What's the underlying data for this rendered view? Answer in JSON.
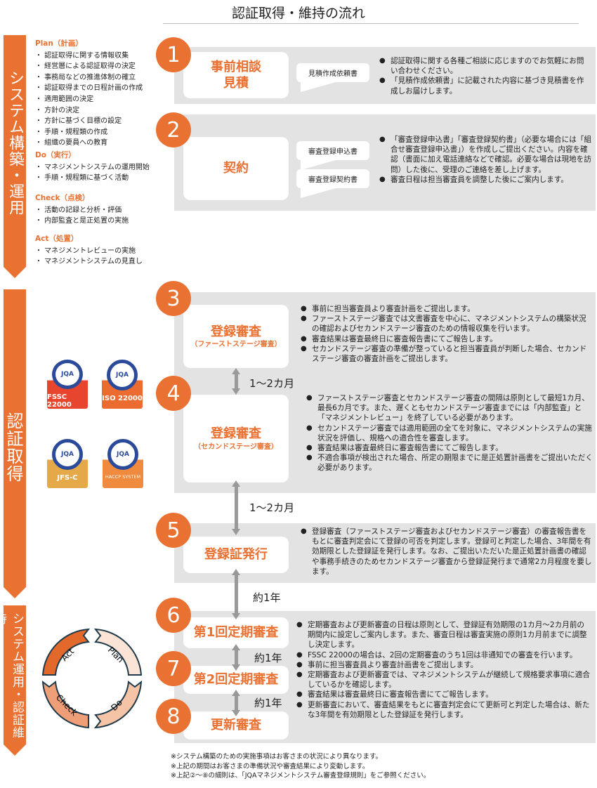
{
  "title": "認証取得・維持の流れ",
  "bands": [
    "システム構築・運用",
    "認証取得",
    "システム運用・認証維持"
  ],
  "pdca": [
    {
      "head": "Plan（計画）",
      "items": [
        "・ 認証取得に関する情報収集",
        "・ 経営層による認証取得の決定",
        "・ 事務局などの推進体制の確立",
        "・ 認証取得までの日程計画の作成",
        "・ 適用範囲の決定",
        "・ 方針の決定",
        "・ 方針に基づく目標の設定",
        "・ 手順・規程類の作成",
        "・ 組織の要員への教育"
      ]
    },
    {
      "head": "Do（実行）",
      "items": [
        "・ マネジメントシステムの運用開始",
        "・ 手順・規程類に基づく活動"
      ]
    },
    {
      "head": "Check（点検）",
      "items": [
        "・ 活動の記録と分析・評価",
        "・ 内部監査と是正処置の実施"
      ]
    },
    {
      "head": "Act（処置）",
      "items": [
        "・ マネジメントレビューの実施",
        "・ マネジメントシステムの見直し"
      ]
    }
  ],
  "badges": [
    "FSSC 22000",
    "ISO 22000",
    "JFS-C",
    "HACCP SYSTEM"
  ],
  "badge_seal": "JQA",
  "cycle": [
    "Plan",
    "Do",
    "Check",
    "Act"
  ],
  "steps": [
    {
      "num": "1",
      "title": "事前相談\n見積",
      "docs": [
        "見積作成依頼書"
      ],
      "bullets": [
        "認証取得に関する各種ご相談に応じますのでお気軽にお問い合わせください。",
        "「見積作成依頼書」に記載された内容に基づき見積書を作成しお届けします。"
      ]
    },
    {
      "num": "2",
      "title": "契約",
      "docs": [
        "審査登録申込書",
        "審査登録契約書"
      ],
      "bullets": [
        "「審査登録申込書」「審査登録契約書」（必要な場合には「組合せ審査登録申込書」）を作成しご提出ください。内容を確認（書面に加え電話連絡などで確認。必要な場合は現地を訪問）した後に、受理のご連絡を差し上げます。",
        "審査日程は担当審査員を調整した後にご案内します。"
      ]
    },
    {
      "num": "3",
      "title": "登録審査",
      "sub": "（ファーストステージ審査）",
      "bullets": [
        "事前に担当審査員より審査計画をご提出します。",
        "ファーストステージ審査では文書審査を中心に、マネジメントシステムの構築状況の確認およびセカンドステージ審査のための情報収集を行います。",
        "審査結果は審査最終日に審査報告書にてご報告します。",
        "セカンドステージ審査の準備が整っていると担当審査員が判断した場合、セカンドステージ審査の審査計画をご提出します。"
      ]
    },
    {
      "num": "4",
      "title": "登録審査",
      "sub": "（セカンドステージ審査）",
      "bullets": [
        "ファーストステージ審査とセカンドステージ審査の間隔は原則として最短1カ月、最長6カ月です。また、遅くともセカンドステージ審査までには「内部監査」と「マネジメントレビュー」を終了している必要があります。",
        "セカンドステージ審査では適用範囲の全てを対象に、マネジメントシステムの実施状況を評価し、規格への適合性を審査します。",
        "審査結果は審査最終日に審査報告書にてご報告します。",
        "不適合事項が検出された場合、所定の期限までに是正処置計画書をご提出いただく必要があります。"
      ]
    },
    {
      "num": "5",
      "title": "登録証発行",
      "bullets": [
        "登録審査（ファーストステージ審査およびセカンドステージ審査）の審査報告書をもとに審査判定会にて登録の可否を判定します。登録可と判定した場合、3年間を有効期限とした登録証を発行します。なお、ご提出いただいた是正処置計画書の確認や事務手続きのためセカンドステージ審査から登録証発行まで通常2カ月程度を要します。"
      ]
    },
    {
      "num": "6",
      "title": "第1回定期審査"
    },
    {
      "num": "7",
      "title": "第2回定期審査"
    },
    {
      "num": "8",
      "title": "更新審査"
    }
  ],
  "periodic_bullets": [
    "定期審査および更新審査の日程は原則として、登録証有効期限の1カ月〜2カ月前の期間内に設定しご案内します。また、審査日程は審査実施の原則1カ月前までに調整し決定します。",
    "FSSC 22000の場合は、2回の定期審査のうち1回は非通知での審査を行います。",
    "事前に担当審査員より審査計画書をご提出します。",
    "定期審査および更新審査では、マネジメントシステムが継続して規格要求事項に適合しているかを確認します。",
    "審査結果は審査最終日に審査報告書にてご報告します。",
    "更新審査において、審査結果をもとに審査判定会にて更新可と判定した場合は、新たな3年間を有効期限とした登録証を発行します。"
  ],
  "gaps": [
    "1〜2カ月",
    "1〜2カ月",
    "約1年",
    "約1年",
    "約1年"
  ],
  "notes": [
    "※システム構築のための実施事項はお客さまの状況により異なります。",
    "※上記の期間はお客さまの準備状況や審査結果により変動します。",
    "※上記②〜⑧の細則は、「JQAマネジメントシステム審査登録規則」をご参照ください。"
  ]
}
